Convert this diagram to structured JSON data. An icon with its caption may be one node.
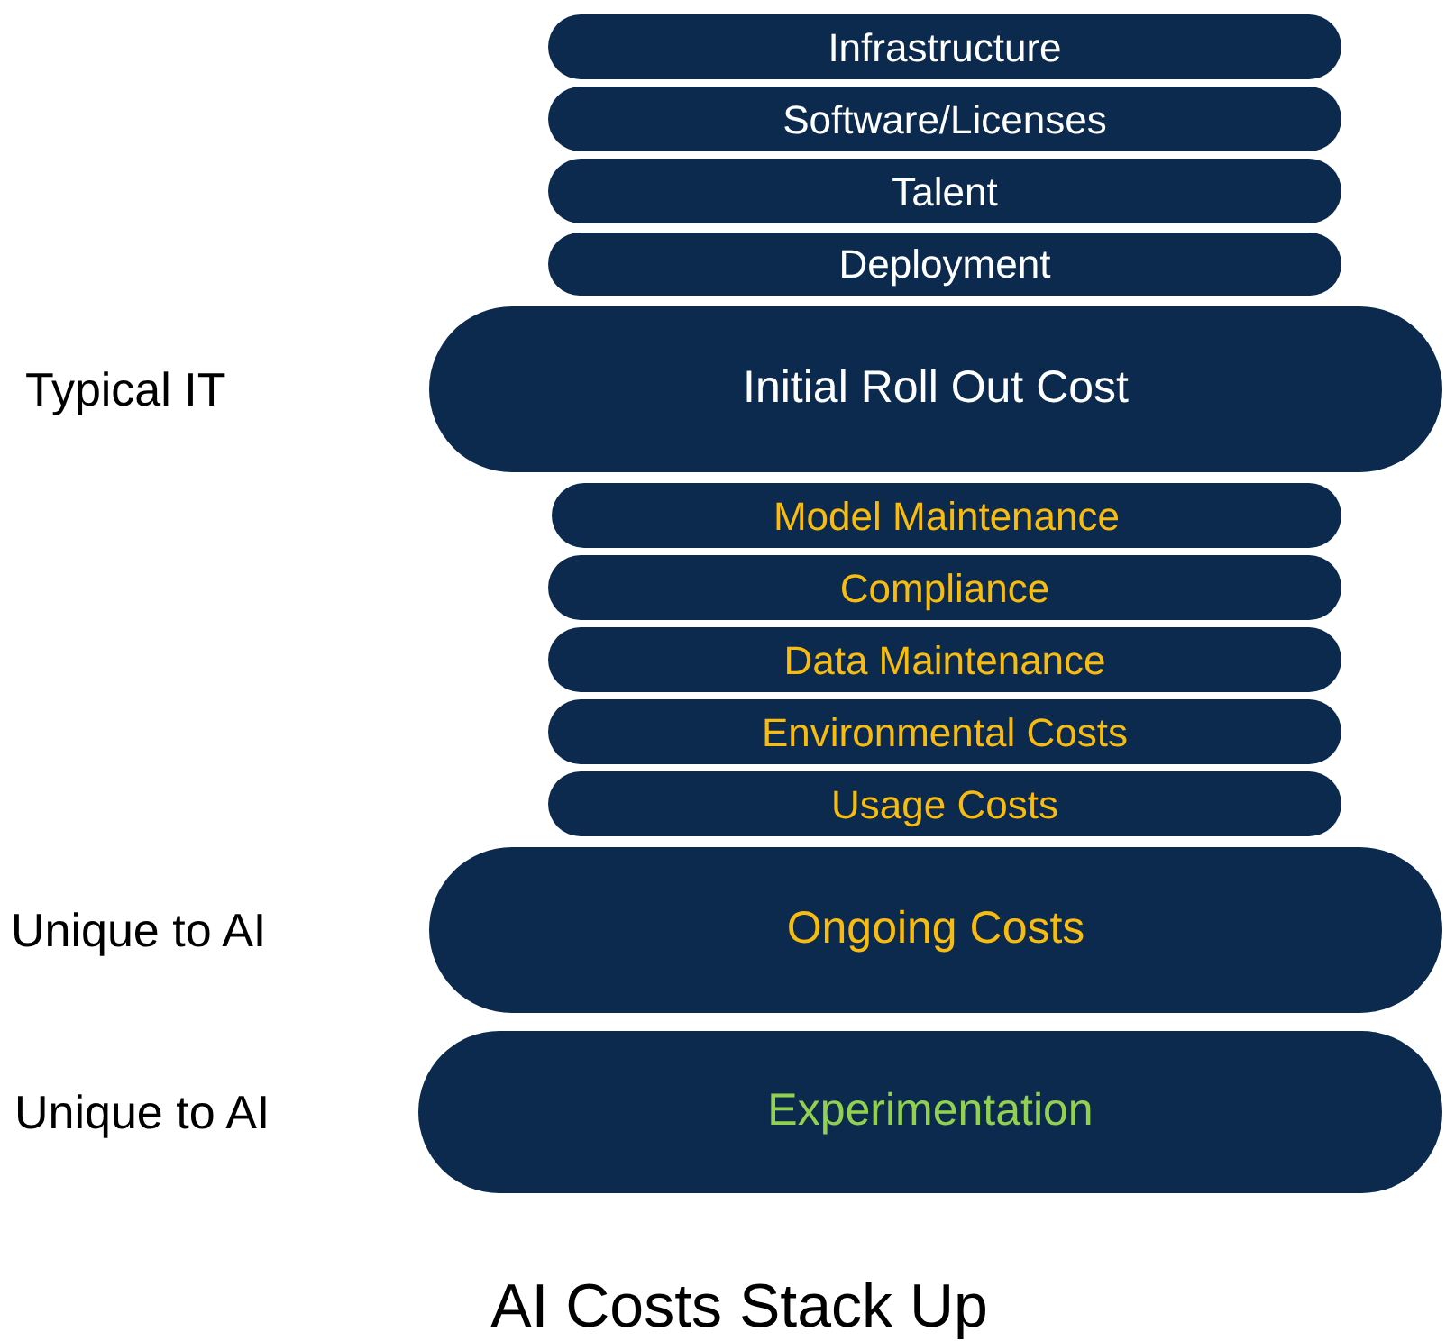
{
  "diagram": {
    "caption": "AI Costs Stack Up",
    "nodes": [
      {
        "text": [
          "Infrastructure"
        ]
      },
      {
        "text": [
          "Software/Licenses"
        ]
      },
      {
        "text": [
          "Talent"
        ]
      },
      {
        "text": [
          "Deployment"
        ]
      },
      {
        "text": [
          "Initial Roll Out Cost"
        ]
      },
      {
        "text": [
          "Model Maintenance"
        ]
      },
      {
        "text": [
          "Compliance"
        ]
      },
      {
        "text": [
          "Data Maintenance"
        ]
      },
      {
        "text": [
          "Environmental Costs"
        ]
      },
      {
        "text": [
          "Usage Costs"
        ]
      },
      {
        "text": [
          "Ongoing Costs"
        ]
      },
      {
        "text": [
          "Experimentation"
        ]
      }
    ],
    "labels": [
      "Typical IT",
      "Unique to AI",
      "Unique to AI"
    ]
  }
}
